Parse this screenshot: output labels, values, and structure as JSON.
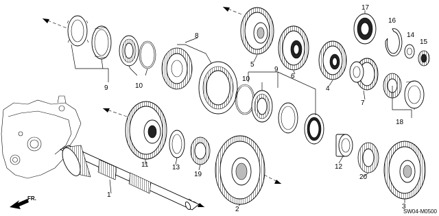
{
  "diagram_code": "SW04-M0500",
  "direction_label": "FR.",
  "callouts": {
    "c1": "1",
    "c2": "2",
    "c3": "3",
    "c4": "4",
    "c5": "5",
    "c6": "6",
    "c7": "7",
    "c8": "8",
    "c9a": "9",
    "c9b": "9",
    "c10a": "10",
    "c10b": "10",
    "c11": "11",
    "c12": "12",
    "c13": "13",
    "c14": "14",
    "c15": "15",
    "c16": "16",
    "c17": "17",
    "c18": "18",
    "c19": "19",
    "c20": "20"
  }
}
